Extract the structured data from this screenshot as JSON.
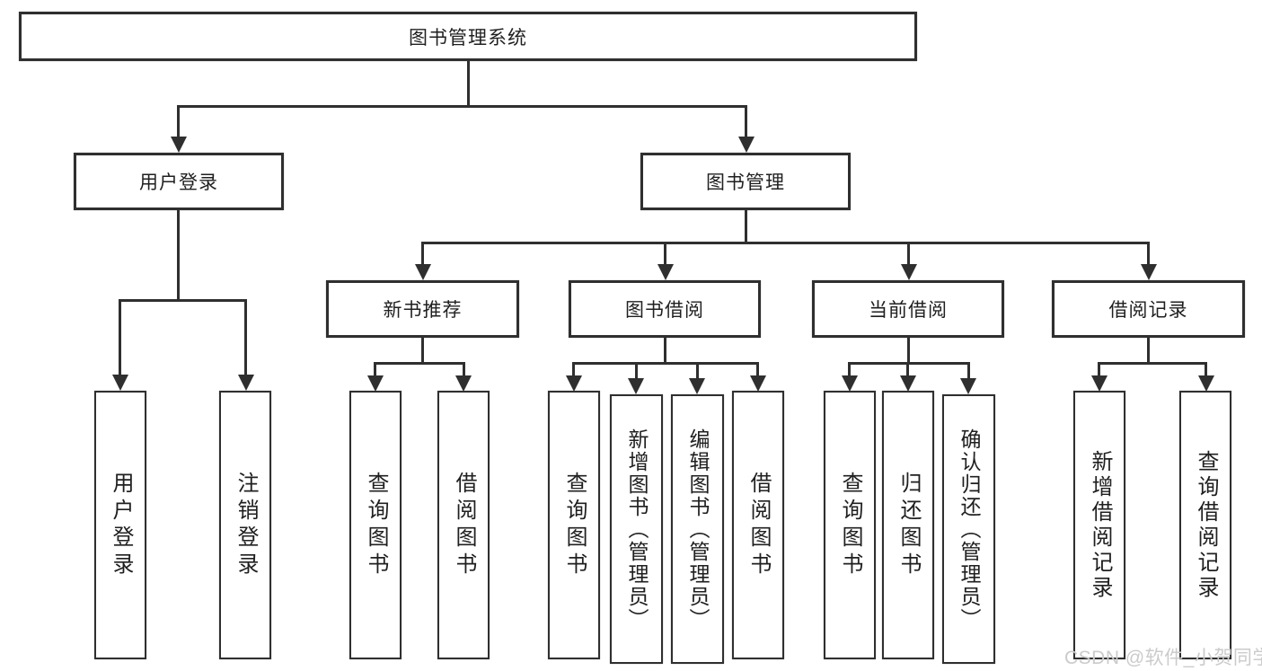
{
  "tree": {
    "root": {
      "label": "图书管理系统"
    },
    "branches": [
      {
        "label": "用户登录",
        "children": [
          {
            "label": "用户登录"
          },
          {
            "label": "注销登录"
          }
        ]
      },
      {
        "label": "图书管理",
        "children": [
          {
            "label": "新书推荐",
            "children": [
              {
                "label": "查询图书"
              },
              {
                "label": "借阅图书"
              }
            ]
          },
          {
            "label": "图书借阅",
            "children": [
              {
                "label": "查询图书"
              },
              {
                "label": "新增图书（管理员）"
              },
              {
                "label": "编辑图书（管理员）"
              },
              {
                "label": "借阅图书"
              }
            ]
          },
          {
            "label": "当前借阅",
            "children": [
              {
                "label": "查询图书"
              },
              {
                "label": "归还图书"
              },
              {
                "label": "确认归还（管理员）"
              }
            ]
          },
          {
            "label": "借阅记录",
            "children": [
              {
                "label": "新增借阅记录"
              },
              {
                "label": "查询借阅记录"
              }
            ]
          }
        ]
      }
    ]
  },
  "watermark": {
    "text": "CSDN @软件_小贺同学"
  },
  "colors": {
    "line": "#2f2f2f",
    "text": "#1f1f1f",
    "box_bg": "#ffffff",
    "background": "#ffffff",
    "watermark": "#cbcbcb"
  }
}
